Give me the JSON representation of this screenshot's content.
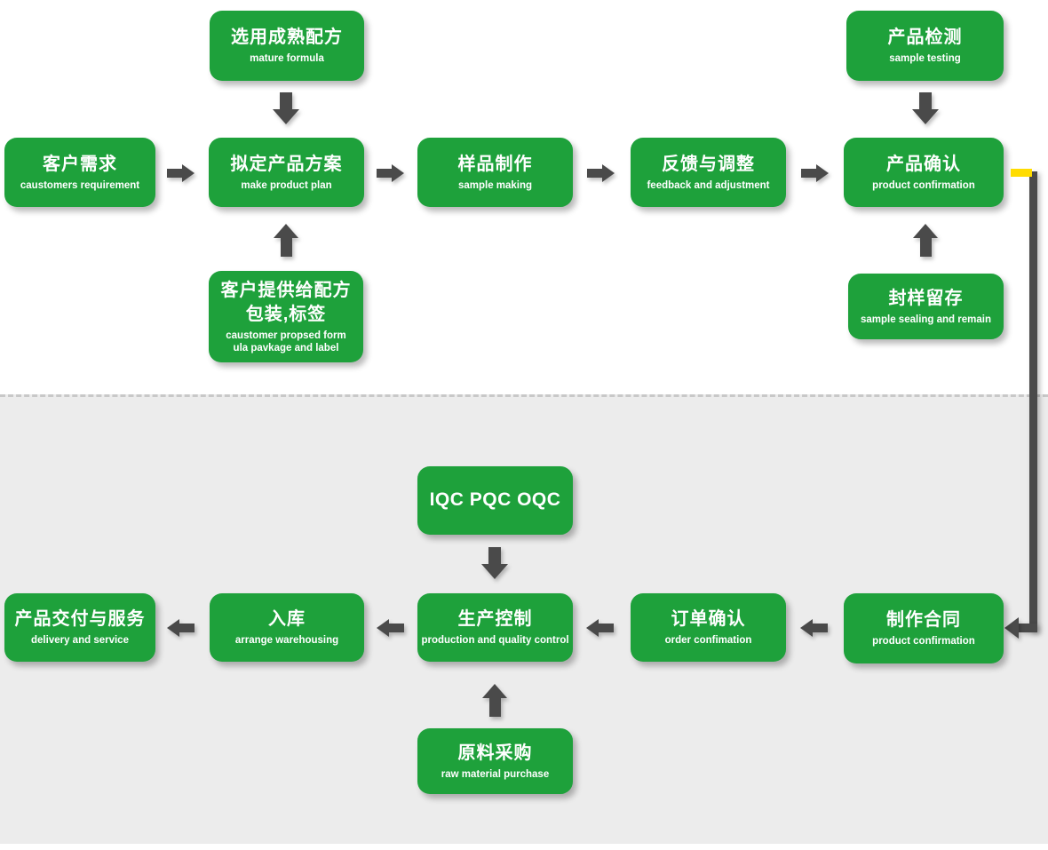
{
  "palette": {
    "node_green": "#1ea13b",
    "arrow_gray": "#4a4a4a",
    "connector_yellow": "#ffdc00",
    "bottom_section_bg": "#ececec",
    "divider_dash": "#c8c8c8",
    "text_white": "#ffffff"
  },
  "flow": {
    "nodes": {
      "mature_formula": {
        "title": "选用成熟配方",
        "subtitle": "mature formula"
      },
      "customer_requirement": {
        "title": "客户需求",
        "subtitle": "caustomers requirement"
      },
      "product_plan": {
        "title": "拟定产品方案",
        "subtitle": "make product plan"
      },
      "sample_making": {
        "title": "样品制作",
        "subtitle": "sample making"
      },
      "feedback_adjustment": {
        "title": "反馈与调整",
        "subtitle": "feedback and adjustment"
      },
      "product_confirmation": {
        "title": "产品确认",
        "subtitle": "product confirmation"
      },
      "sample_testing": {
        "title": "产品检测",
        "subtitle": "sample testing"
      },
      "customer_formula": {
        "title_line1": "客户提供给配方",
        "title_line2": "包装,标签",
        "subtitle_line1": "caustomer propsed form",
        "subtitle_line2": "ula pavkage and label"
      },
      "sample_sealing": {
        "title": "封样留存",
        "subtitle": "sample sealing and remain"
      },
      "iqc": {
        "title": "IQC PQC OQC"
      },
      "delivery_service": {
        "title": "产品交付与服务",
        "subtitle": "delivery and service"
      },
      "warehousing": {
        "title": "入库",
        "subtitle": "arrange warehousing"
      },
      "production_control": {
        "title": "生产控制",
        "subtitle": "production and quality control"
      },
      "order_confirmation": {
        "title": "订单确认",
        "subtitle": "order confimation"
      },
      "make_contract": {
        "title": "制作合同",
        "subtitle": "product confirmation"
      },
      "raw_material": {
        "title": "原料采购",
        "subtitle": "raw material purchase"
      }
    }
  }
}
